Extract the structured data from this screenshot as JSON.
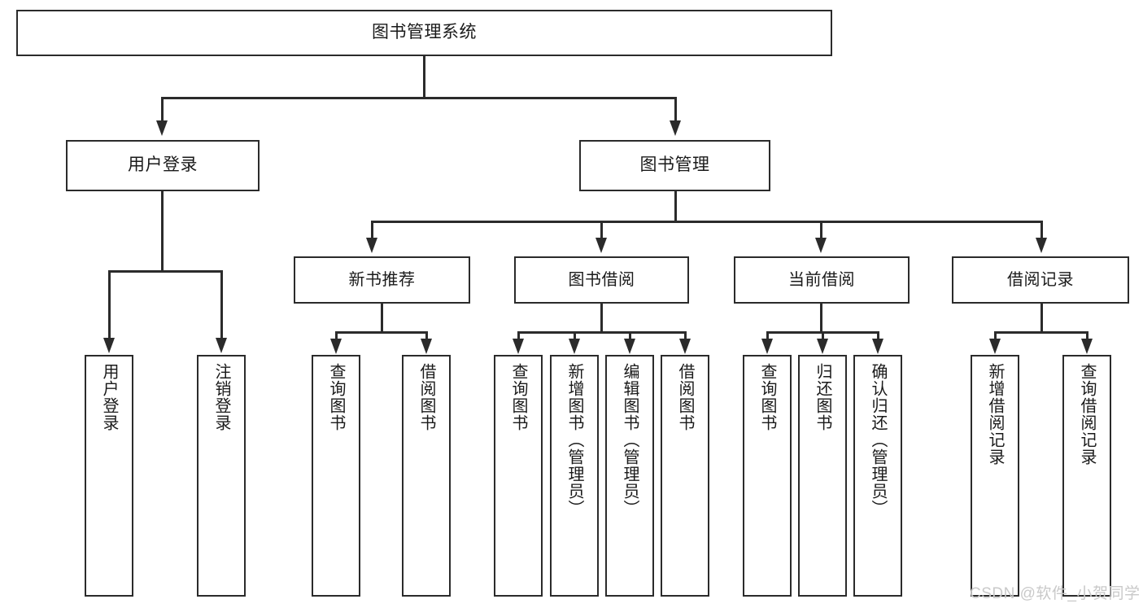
{
  "diagram": {
    "title": "图书管理系统",
    "type": "hierarchy-tree",
    "watermark": "CSDN @软件_小贺同学",
    "colors": {
      "stroke": "#2b2b2b",
      "fill": "#ffffff",
      "text": "#1a1a1a",
      "watermark": "#c9c9c9"
    },
    "root": {
      "label": "图书管理系统"
    },
    "level1": [
      {
        "label": "用户登录"
      },
      {
        "label": "图书管理"
      }
    ],
    "level2": [
      {
        "label": "新书推荐"
      },
      {
        "label": "图书借阅"
      },
      {
        "label": "当前借阅"
      },
      {
        "label": "借阅记录"
      }
    ],
    "leaves": {
      "user_login": [
        {
          "label": "用户登录"
        },
        {
          "label": "注销登录"
        }
      ],
      "new_book_recommend": [
        {
          "label": "查询图书"
        },
        {
          "label": "借阅图书"
        }
      ],
      "book_borrow": [
        {
          "label": "查询图书"
        },
        {
          "label": "新增图书（管理员）"
        },
        {
          "label": "编辑图书（管理员）"
        },
        {
          "label": "借阅图书"
        }
      ],
      "current_borrow": [
        {
          "label": "查询图书"
        },
        {
          "label": "归还图书"
        },
        {
          "label": "确认归还（管理员）"
        }
      ],
      "borrow_record": [
        {
          "label": "新增借阅记录"
        },
        {
          "label": "查询借阅记录"
        }
      ]
    }
  }
}
